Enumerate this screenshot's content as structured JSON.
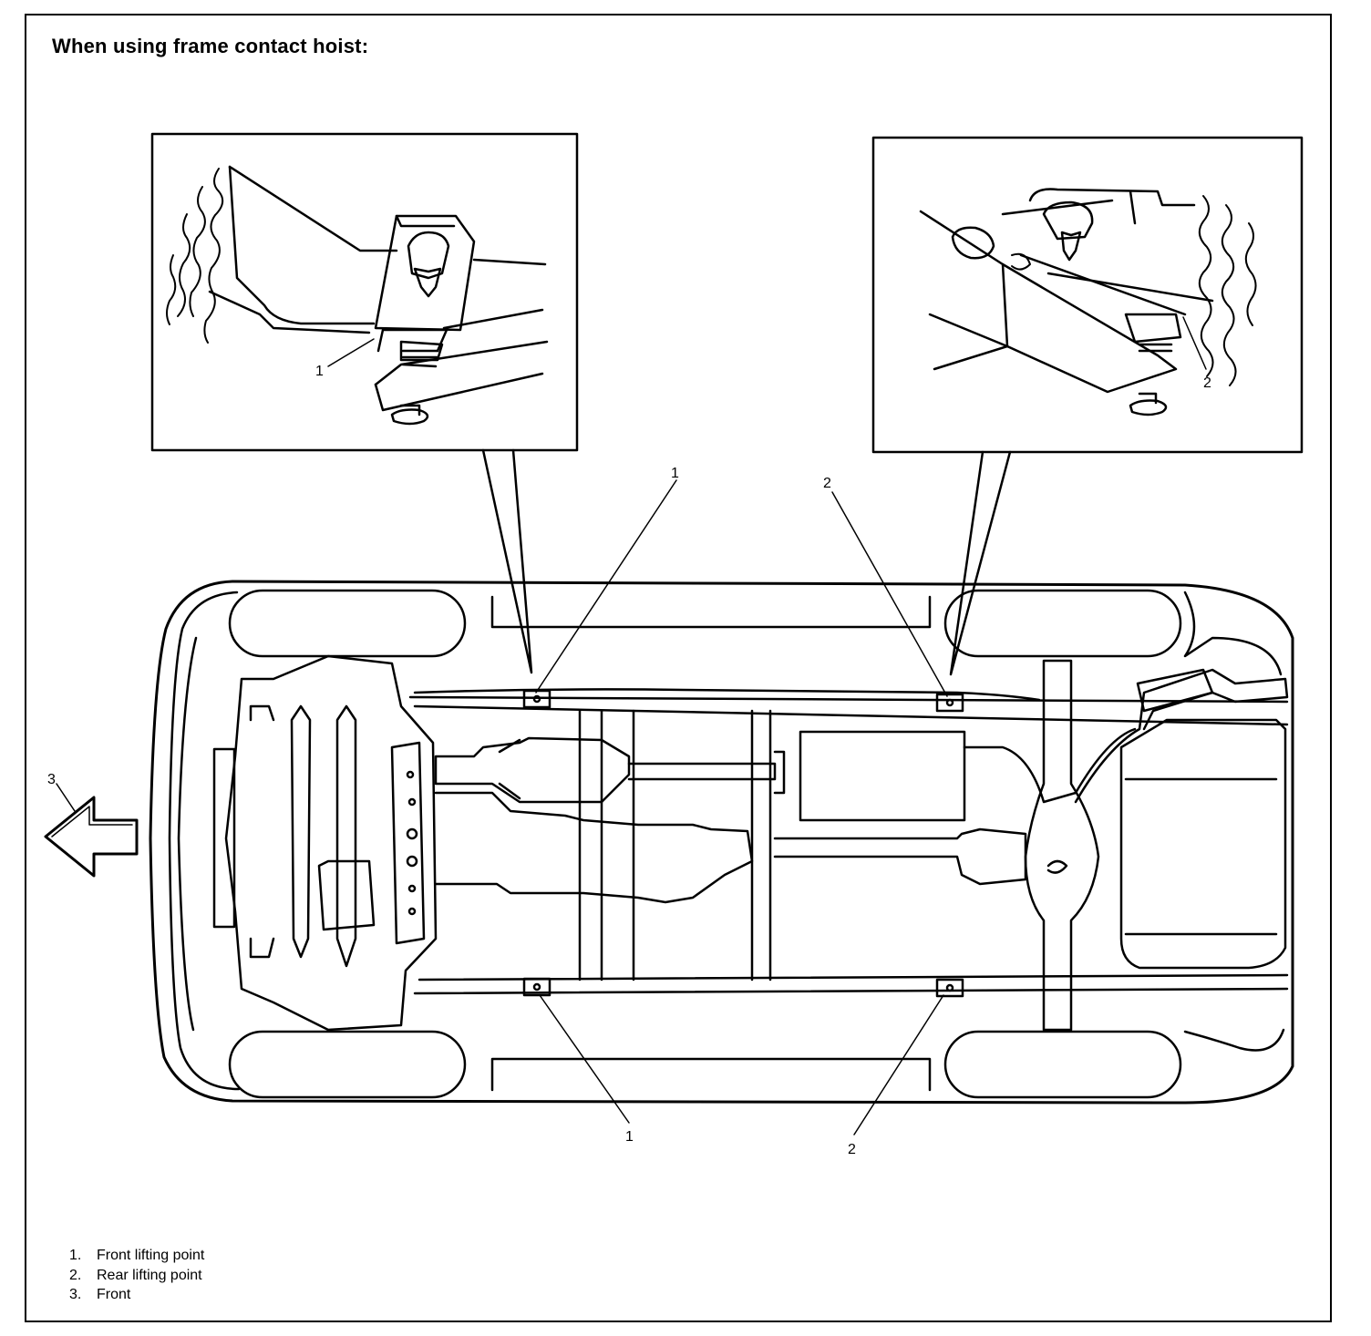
{
  "title": "When using frame contact hoist:",
  "callouts": {
    "inset_front_label": "1",
    "inset_rear_label": "2",
    "top_front_label": "1",
    "top_rear_label": "2",
    "bottom_front_label": "1",
    "bottom_rear_label": "2",
    "front_arrow_label": "3"
  },
  "legend": [
    {
      "num": "1.",
      "text": "Front lifting point"
    },
    {
      "num": "2.",
      "text": "Rear lifting point"
    },
    {
      "num": "3.",
      "text": "Front"
    }
  ]
}
